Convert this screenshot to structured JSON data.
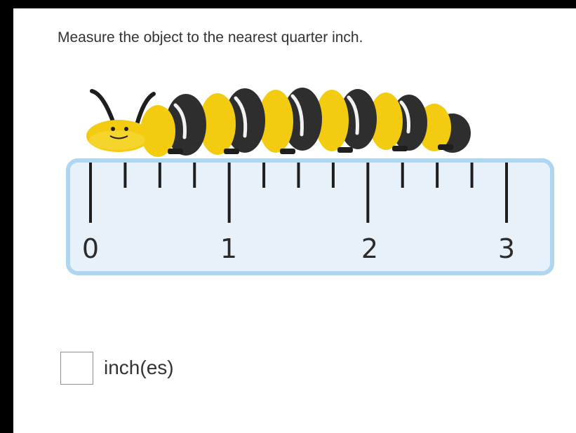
{
  "question": {
    "prompt": "Measure the object to the nearest quarter inch."
  },
  "figure": {
    "object_icon": "caterpillar-icon",
    "ruler": {
      "labels": [
        "0",
        "1",
        "2",
        "3"
      ],
      "ticks_per_inch": 4,
      "color": "#aed6f0",
      "fill": "#e7f1f9"
    }
  },
  "answer": {
    "value": "",
    "unit_label": "inch(es)"
  }
}
